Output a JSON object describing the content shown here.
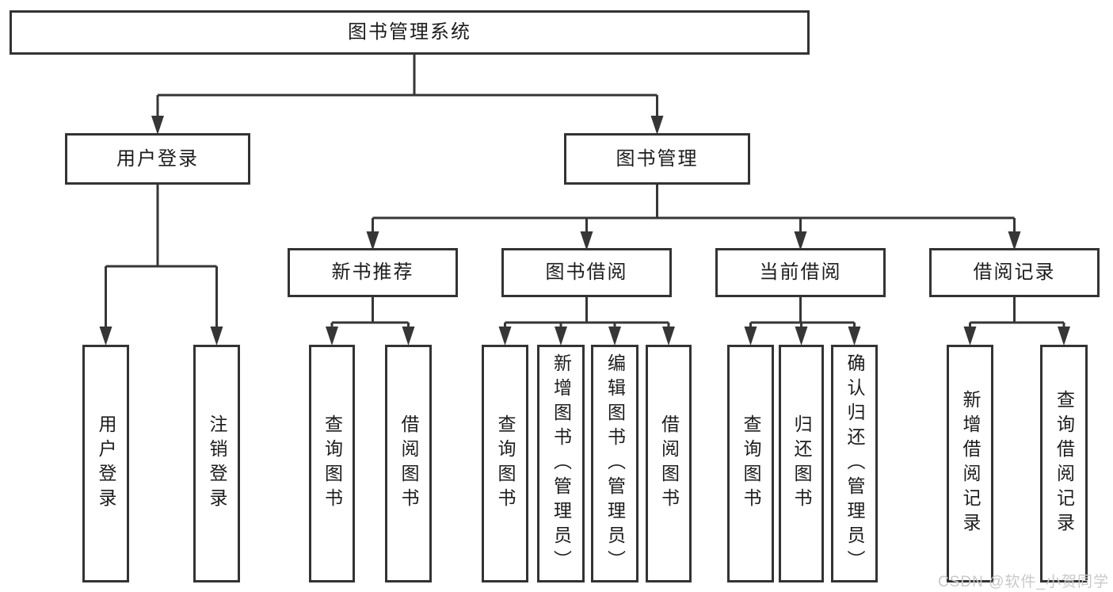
{
  "tree": {
    "label": "图书管理系统",
    "children": [
      {
        "label": "用户登录",
        "children": [
          {
            "label": "用户登录"
          },
          {
            "label": "注销登录"
          }
        ]
      },
      {
        "label": "图书管理",
        "children": [
          {
            "label": "新书推荐",
            "children": [
              {
                "label": "查询图书"
              },
              {
                "label": "借阅图书"
              }
            ]
          },
          {
            "label": "图书借阅",
            "children": [
              {
                "label": "查询图书"
              },
              {
                "label": "新增图书（管理员）"
              },
              {
                "label": "编辑图书（管理员）"
              },
              {
                "label": "借阅图书"
              }
            ]
          },
          {
            "label": "当前借阅",
            "children": [
              {
                "label": "查询图书"
              },
              {
                "label": "归还图书"
              },
              {
                "label": "确认归还（管理员）"
              }
            ]
          },
          {
            "label": "借阅记录",
            "children": [
              {
                "label": "新增借阅记录"
              },
              {
                "label": "查询借阅记录"
              }
            ]
          }
        ]
      }
    ]
  },
  "watermark": {
    "text": "CSDN @软件_小贺同学"
  },
  "colors": {
    "line": "#363636",
    "box_border": "#333333",
    "text": "#1c1c1c",
    "background": "#ffffff",
    "watermark": "#c9c9c9"
  }
}
